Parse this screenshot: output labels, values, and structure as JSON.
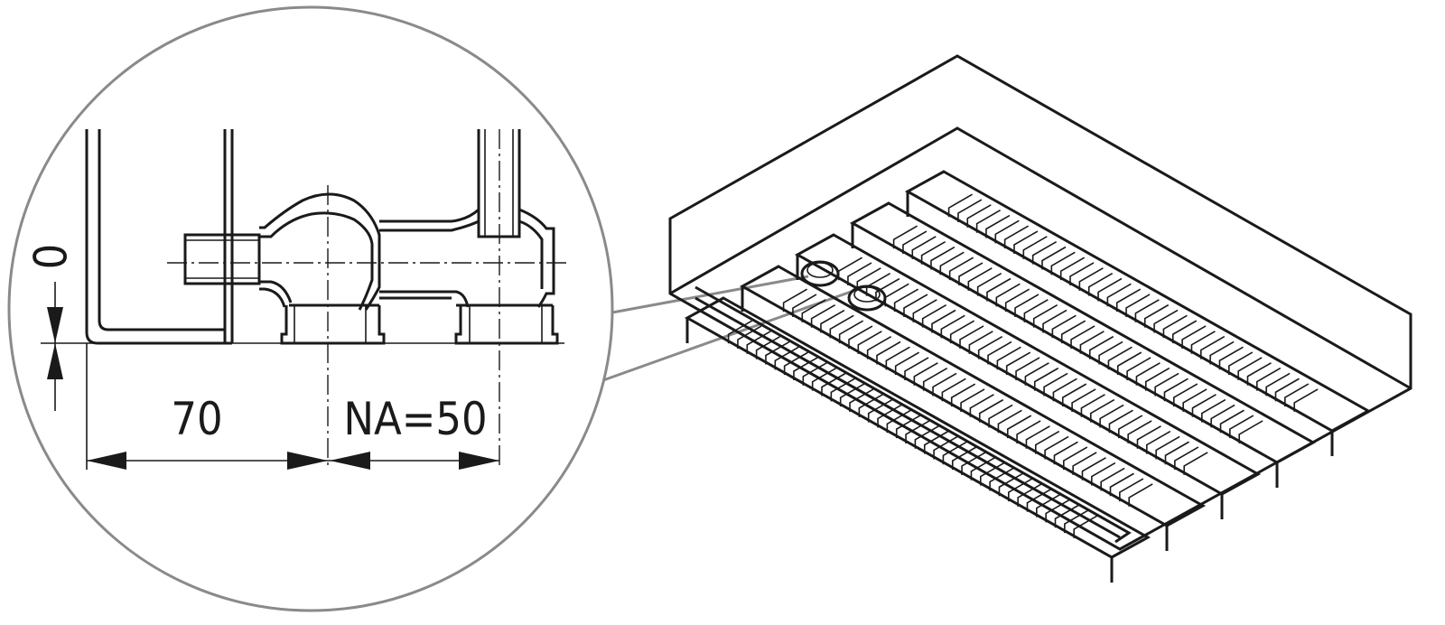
{
  "detail_view": {
    "dimension_height": "0",
    "dimension_offset": "70",
    "dimension_pitch": "NA=50"
  },
  "colors": {
    "line": "#1a1a1a",
    "circle": "#8a8a8a",
    "background": "#ffffff"
  },
  "tray": {
    "channel_count": 5
  }
}
